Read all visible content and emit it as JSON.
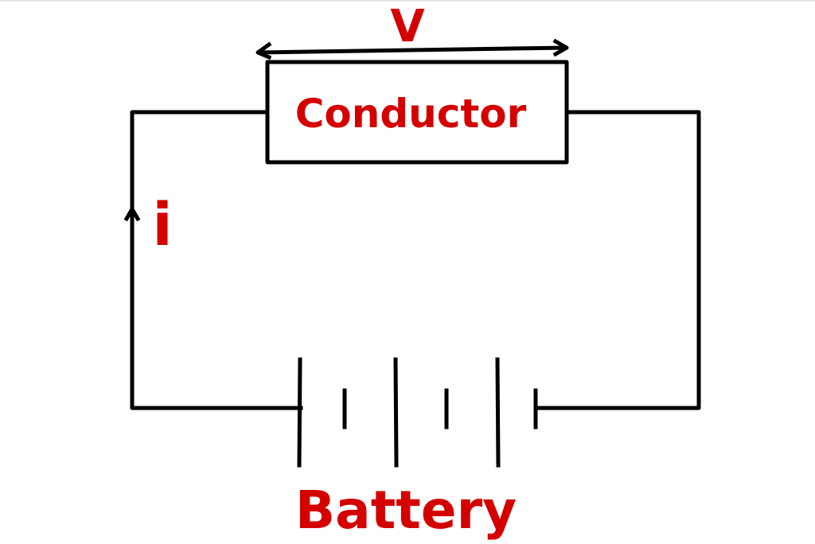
{
  "diagram": {
    "title": "Simple circuit: battery driving current through a conductor",
    "labels": {
      "voltage": "V",
      "conductor": "Conductor",
      "current": "i",
      "battery": "Battery"
    },
    "components": [
      {
        "type": "conductor",
        "label": "Conductor"
      },
      {
        "type": "battery",
        "label": "Battery",
        "cells": 3
      },
      {
        "type": "voltage-arrow",
        "label": "V",
        "direction": "double-headed",
        "across": "conductor"
      },
      {
        "type": "current-arrow",
        "label": "i",
        "direction": "up",
        "on": "left-wire"
      }
    ],
    "colors": {
      "label": "#d40000",
      "wire": "#000000",
      "background": "#ffffff"
    }
  }
}
